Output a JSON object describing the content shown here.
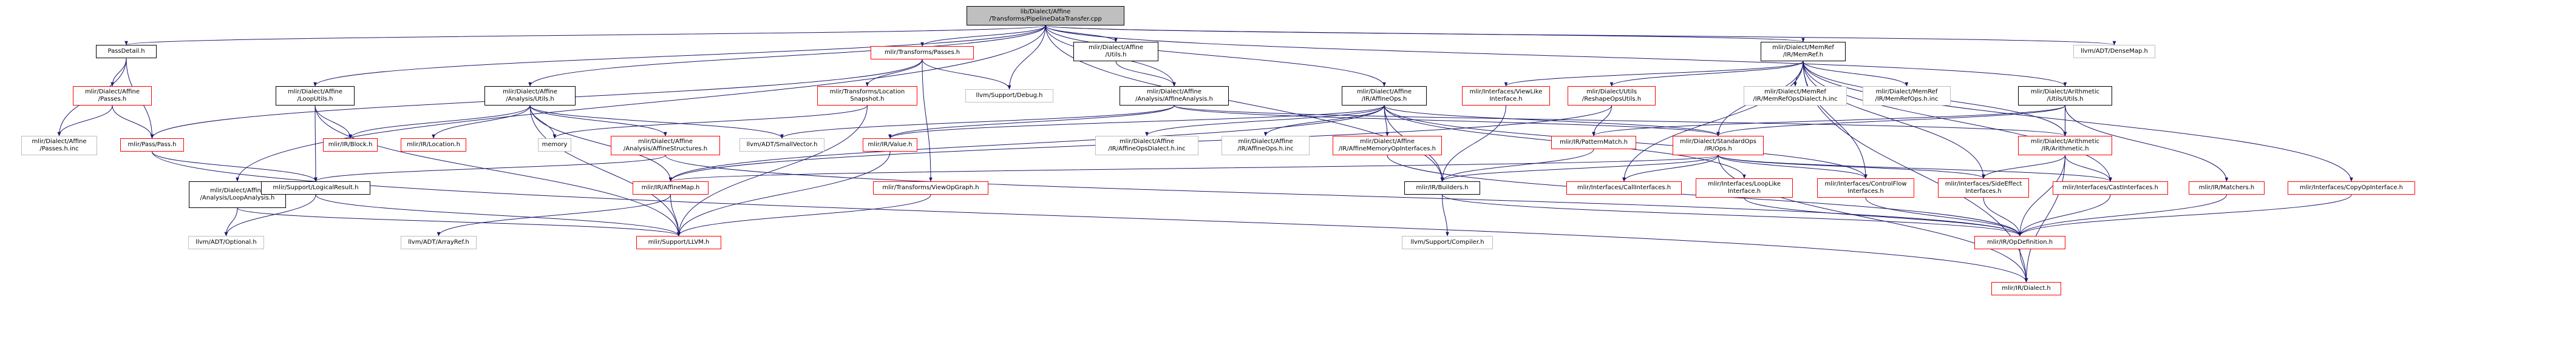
{
  "diagram": {
    "type": "include-dependency-graph",
    "colors": {
      "edge": "#191970",
      "root_fill": "#bfbfbf",
      "root_border": "#000000",
      "linked_border": "#000000",
      "missing_border": "#ff0000",
      "external_border": "#bfbfbf"
    },
    "nodes": [
      {
        "id": "root",
        "lines": [
          "lib/Dialect/Affine",
          "/Transforms/PipelineDataTransfer.cpp"
        ],
        "style": "root"
      },
      {
        "id": "passdetail",
        "lines": [
          "PassDetail.h"
        ],
        "style": "linked"
      },
      {
        "id": "transpasses",
        "lines": [
          "mlir/Transforms/Passes.h"
        ],
        "style": "missing"
      },
      {
        "id": "affineutils",
        "lines": [
          "mlir/Dialect/Affine",
          "/Utils.h"
        ],
        "style": "linked"
      },
      {
        "id": "affineanalysis",
        "lines": [
          "mlir/Dialect/Affine",
          "/Analysis/AffineAnalysis.h"
        ],
        "style": "linked"
      },
      {
        "id": "affineops",
        "lines": [
          "mlir/Dialect/Affine",
          "/IR/AffineOps.h"
        ],
        "style": "linked"
      },
      {
        "id": "memref",
        "lines": [
          "mlir/Dialect/MemRef",
          "/IR/MemRef.h"
        ],
        "style": "linked"
      },
      {
        "id": "densemap",
        "lines": [
          "llvm/ADT/DenseMap.h"
        ],
        "style": "external"
      },
      {
        "id": "affinepasses",
        "lines": [
          "mlir/Dialect/Affine",
          "/Passes.h"
        ],
        "style": "missing"
      },
      {
        "id": "passes_h_inc",
        "lines": [
          "mlir/Dialect/Affine",
          "/Passes.h.inc"
        ],
        "style": "external"
      },
      {
        "id": "passpass",
        "lines": [
          "mlir/Pass/Pass.h"
        ],
        "style": "missing"
      },
      {
        "id": "looputils",
        "lines": [
          "mlir/Dialect/Affine",
          "/LoopUtils.h"
        ],
        "style": "linked"
      },
      {
        "id": "analysisutils",
        "lines": [
          "mlir/Dialect/Affine",
          "/Analysis/Utils.h"
        ],
        "style": "linked"
      },
      {
        "id": "locsnapshot",
        "lines": [
          "mlir/Transforms/Location",
          "Snapshot.h"
        ],
        "style": "missing"
      },
      {
        "id": "debug",
        "lines": [
          "llvm/Support/Debug.h"
        ],
        "style": "external"
      },
      {
        "id": "loopanalysis",
        "lines": [
          "mlir/Dialect/Affine",
          "/Analysis/LoopAnalysis.h"
        ],
        "style": "linked"
      },
      {
        "id": "irblock",
        "lines": [
          "mlir/IR/Block.h"
        ],
        "style": "missing"
      },
      {
        "id": "irlocation",
        "lines": [
          "mlir/IR/Location.h"
        ],
        "style": "missing"
      },
      {
        "id": "memory",
        "lines": [
          "memory"
        ],
        "style": "external"
      },
      {
        "id": "affinestructs",
        "lines": [
          "mlir/Dialect/Affine",
          "/Analysis/AffineStructures.h"
        ],
        "style": "missing"
      },
      {
        "id": "smallvector",
        "lines": [
          "llvm/ADT/SmallVector.h"
        ],
        "style": "external"
      },
      {
        "id": "irvalue",
        "lines": [
          "mlir/IR/Value.h"
        ],
        "style": "missing"
      },
      {
        "id": "opsdialect_inc",
        "lines": [
          "mlir/Dialect/Affine",
          "/IR/AffineOpsDialect.h.inc"
        ],
        "style": "external"
      },
      {
        "id": "affineops_inc",
        "lines": [
          "mlir/Dialect/Affine",
          "/IR/AffineOps.h.inc"
        ],
        "style": "external"
      },
      {
        "id": "memopiface",
        "lines": [
          "mlir/Dialect/Affine",
          "/IR/AffineMemoryOpInterfaces.h"
        ],
        "style": "missing"
      },
      {
        "id": "viewlike",
        "lines": [
          "mlir/Interfaces/ViewLike",
          "Interface.h"
        ],
        "style": "missing"
      },
      {
        "id": "reshapeops",
        "lines": [
          "mlir/Dialect/Utils",
          "/ReshapeOpsUtils.h"
        ],
        "style": "missing"
      },
      {
        "id": "memrefdialect_inc",
        "lines": [
          "mlir/Dialect/MemRef",
          "/IR/MemRefOpsDialect.h.inc"
        ],
        "style": "external"
      },
      {
        "id": "memrefops_inc",
        "lines": [
          "mlir/Dialect/MemRef",
          "/IR/MemRefOps.h.inc"
        ],
        "style": "external"
      },
      {
        "id": "arithutils",
        "lines": [
          "mlir/Dialect/Arithmetic",
          "/Utils/Utils.h"
        ],
        "style": "linked"
      },
      {
        "id": "logicalresult",
        "lines": [
          "mlir/Support/LogicalResult.h"
        ],
        "style": "linked"
      },
      {
        "id": "affinemap",
        "lines": [
          "mlir/IR/AffineMap.h"
        ],
        "style": "missing"
      },
      {
        "id": "viewopgraph",
        "lines": [
          "mlir/Transforms/ViewOpGraph.h"
        ],
        "style": "missing"
      },
      {
        "id": "patternmatch",
        "lines": [
          "mlir/IR/PatternMatch.h"
        ],
        "style": "missing"
      },
      {
        "id": "standardops",
        "lines": [
          "mlir/Dialect/StandardOps",
          "/IR/Ops.h"
        ],
        "style": "missing"
      },
      {
        "id": "arithmetic",
        "lines": [
          "mlir/Dialect/Arithmetic",
          "/IR/Arithmetic.h"
        ],
        "style": "missing"
      },
      {
        "id": "builders",
        "lines": [
          "mlir/IR/Builders.h"
        ],
        "style": "linked"
      },
      {
        "id": "callinterfaces",
        "lines": [
          "mlir/Interfaces/CallInterfaces.h"
        ],
        "style": "missing"
      },
      {
        "id": "looplike",
        "lines": [
          "mlir/Interfaces/LoopLike",
          "Interface.h"
        ],
        "style": "missing"
      },
      {
        "id": "controlflow",
        "lines": [
          "mlir/Interfaces/ControlFlow",
          "Interfaces.h"
        ],
        "style": "missing"
      },
      {
        "id": "sideeffect",
        "lines": [
          "mlir/Interfaces/SideEffect",
          "Interfaces.h"
        ],
        "style": "missing"
      },
      {
        "id": "castinterfaces",
        "lines": [
          "mlir/Interfaces/CastInterfaces.h"
        ],
        "style": "missing"
      },
      {
        "id": "matchers",
        "lines": [
          "mlir/IR/Matchers.h"
        ],
        "style": "missing"
      },
      {
        "id": "copyop",
        "lines": [
          "mlir/Interfaces/CopyOpInterface.h"
        ],
        "style": "missing"
      },
      {
        "id": "optional",
        "lines": [
          "llvm/ADT/Optional.h"
        ],
        "style": "external"
      },
      {
        "id": "arrayref",
        "lines": [
          "llvm/ADT/ArrayRef.h"
        ],
        "style": "external"
      },
      {
        "id": "llvm_h",
        "lines": [
          "mlir/Support/LLVM.h"
        ],
        "style": "missing"
      },
      {
        "id": "compiler",
        "lines": [
          "llvm/Support/Compiler.h"
        ],
        "style": "external"
      },
      {
        "id": "opdefinition",
        "lines": [
          "mlir/IR/OpDefinition.h"
        ],
        "style": "missing"
      },
      {
        "id": "irdialect",
        "lines": [
          "mlir/IR/Dialect.h"
        ],
        "style": "missing"
      }
    ],
    "edges": [
      [
        "root",
        "passdetail"
      ],
      [
        "root",
        "transpasses"
      ],
      [
        "root",
        "affineutils"
      ],
      [
        "root",
        "affineanalysis"
      ],
      [
        "root",
        "affineops"
      ],
      [
        "root",
        "memref"
      ],
      [
        "root",
        "densemap"
      ],
      [
        "root",
        "looputils"
      ],
      [
        "root",
        "analysisutils"
      ],
      [
        "root",
        "debug"
      ],
      [
        "root",
        "loopanalysis"
      ],
      [
        "root",
        "builders"
      ],
      [
        "root",
        "arithutils"
      ],
      [
        "passdetail",
        "affinepasses"
      ],
      [
        "passdetail",
        "passes_h_inc"
      ],
      [
        "passdetail",
        "passpass"
      ],
      [
        "affinepasses",
        "passes_h_inc"
      ],
      [
        "affinepasses",
        "passpass"
      ],
      [
        "transpasses",
        "passpass"
      ],
      [
        "transpasses",
        "locsnapshot"
      ],
      [
        "transpasses",
        "viewopgraph"
      ],
      [
        "transpasses",
        "debug"
      ],
      [
        "passpass",
        "logicalresult"
      ],
      [
        "passpass",
        "irdialect"
      ],
      [
        "affineutils",
        "affineanalysis"
      ],
      [
        "affineanalysis",
        "irvalue"
      ],
      [
        "affineanalysis",
        "smallvector"
      ],
      [
        "affineanalysis",
        "arithmetic"
      ],
      [
        "affineanalysis",
        "standardops"
      ],
      [
        "affineops",
        "irvalue"
      ],
      [
        "affineops",
        "opsdialect_inc"
      ],
      [
        "affineops",
        "affineops_inc"
      ],
      [
        "affineops",
        "memopiface"
      ],
      [
        "affineops",
        "standardops"
      ],
      [
        "affineops",
        "builders"
      ],
      [
        "affineops",
        "affinemap"
      ],
      [
        "affineops",
        "looplike"
      ],
      [
        "affineops",
        "controlflow"
      ],
      [
        "memref",
        "viewlike"
      ],
      [
        "memref",
        "reshapeops"
      ],
      [
        "memref",
        "memrefdialect_inc"
      ],
      [
        "memref",
        "memrefops_inc"
      ],
      [
        "memref",
        "arithmetic"
      ],
      [
        "memref",
        "callinterfaces"
      ],
      [
        "memref",
        "controlflow"
      ],
      [
        "memref",
        "sideeffect"
      ],
      [
        "memref",
        "castinterfaces"
      ],
      [
        "memref",
        "copyop"
      ],
      [
        "memref",
        "standardops"
      ],
      [
        "memref",
        "irdialect"
      ],
      [
        "looputils",
        "irblock"
      ],
      [
        "looputils",
        "logicalresult"
      ],
      [
        "looputils",
        "llvm_h"
      ],
      [
        "analysisutils",
        "irblock"
      ],
      [
        "analysisutils",
        "irlocation"
      ],
      [
        "analysisutils",
        "memory"
      ],
      [
        "analysisutils",
        "affinestructs"
      ],
      [
        "analysisutils",
        "smallvector"
      ],
      [
        "analysisutils",
        "affinemap"
      ],
      [
        "analysisutils",
        "llvm_h"
      ],
      [
        "locsnapshot",
        "memory"
      ],
      [
        "locsnapshot",
        "llvm_h"
      ],
      [
        "loopanalysis",
        "optional"
      ],
      [
        "loopanalysis",
        "llvm_h"
      ],
      [
        "affinestructs",
        "logicalresult"
      ],
      [
        "affinestructs",
        "opdefinition"
      ],
      [
        "irvalue",
        "llvm_h"
      ],
      [
        "memopiface",
        "opdefinition"
      ],
      [
        "viewlike",
        "builders"
      ],
      [
        "reshapeops",
        "patternmatch"
      ],
      [
        "reshapeops",
        "affinemap"
      ],
      [
        "arithutils",
        "patternmatch"
      ],
      [
        "arithutils",
        "arithmetic"
      ],
      [
        "arithutils",
        "matchers"
      ],
      [
        "arithutils",
        "standardops"
      ],
      [
        "logicalresult",
        "optional"
      ],
      [
        "logicalresult",
        "llvm_h"
      ],
      [
        "affinemap",
        "arrayref"
      ],
      [
        "affinemap",
        "llvm_h"
      ],
      [
        "viewopgraph",
        "llvm_h"
      ],
      [
        "patternmatch",
        "builders"
      ],
      [
        "standardops",
        "builders"
      ],
      [
        "standardops",
        "callinterfaces"
      ],
      [
        "standardops",
        "controlflow"
      ],
      [
        "standardops",
        "sideeffect"
      ],
      [
        "standardops",
        "castinterfaces"
      ],
      [
        "standardops",
        "affinemap"
      ],
      [
        "standardops",
        "irdialect"
      ],
      [
        "arithmetic",
        "sideeffect"
      ],
      [
        "arithmetic",
        "castinterfaces"
      ],
      [
        "arithmetic",
        "opdefinition"
      ],
      [
        "arithmetic",
        "irdialect"
      ],
      [
        "builders",
        "compiler"
      ],
      [
        "builders",
        "opdefinition"
      ],
      [
        "looplike",
        "opdefinition"
      ],
      [
        "controlflow",
        "opdefinition"
      ],
      [
        "sideeffect",
        "opdefinition"
      ],
      [
        "castinterfaces",
        "opdefinition"
      ],
      [
        "matchers",
        "opdefinition"
      ],
      [
        "copyop",
        "opdefinition"
      ],
      [
        "opdefinition",
        "irdialect"
      ]
    ]
  }
}
